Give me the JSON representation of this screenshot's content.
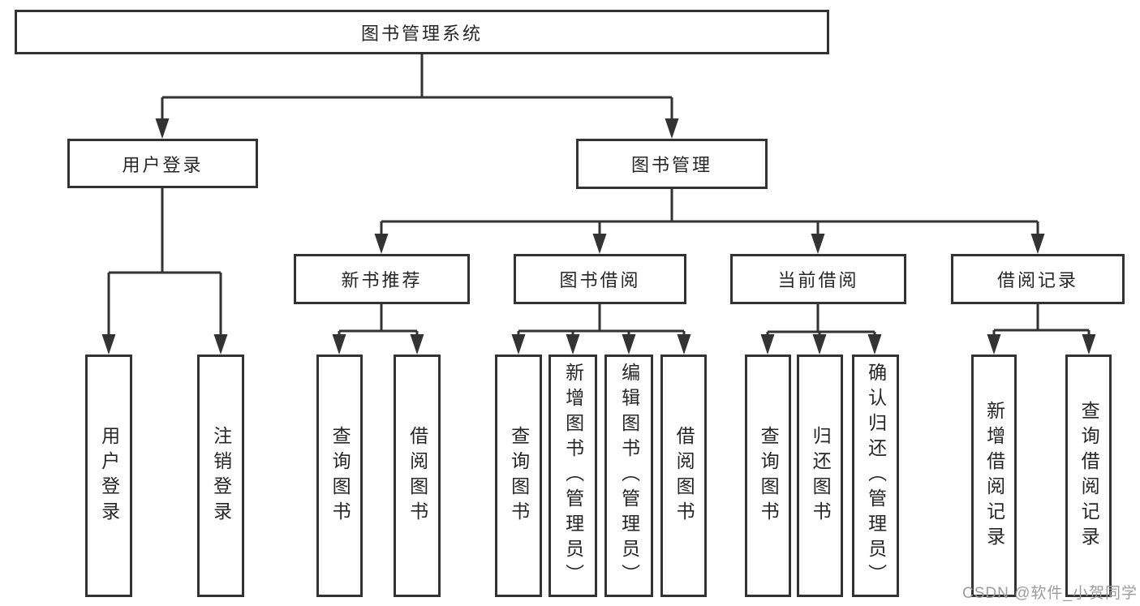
{
  "tree": {
    "label": "图书管理系统",
    "children": [
      {
        "label": "用户登录",
        "children": [
          {
            "label": "用户登录"
          },
          {
            "label": "注销登录"
          }
        ]
      },
      {
        "label": "图书管理",
        "children": [
          {
            "label": "新书推荐",
            "children": [
              {
                "label": "查询图书"
              },
              {
                "label": "借阅图书"
              }
            ]
          },
          {
            "label": "图书借阅",
            "children": [
              {
                "label": "查询图书"
              },
              {
                "label": "新增图书（管理员）"
              },
              {
                "label": "编辑图书（管理员）"
              },
              {
                "label": "借阅图书"
              }
            ]
          },
          {
            "label": "当前借阅",
            "children": [
              {
                "label": "查询图书"
              },
              {
                "label": "归还图书"
              },
              {
                "label": "确认归还（管理员）"
              }
            ]
          },
          {
            "label": "借阅记录",
            "children": [
              {
                "label": "新增借阅记录"
              },
              {
                "label": "查询借阅记录"
              }
            ]
          }
        ]
      }
    ]
  },
  "watermark": {
    "text": "CSDN @软件_小贺同学"
  },
  "colors": {
    "line": "#333333",
    "text": "#262626",
    "background": "#ffffff",
    "watermark": "#9c9c9c"
  }
}
